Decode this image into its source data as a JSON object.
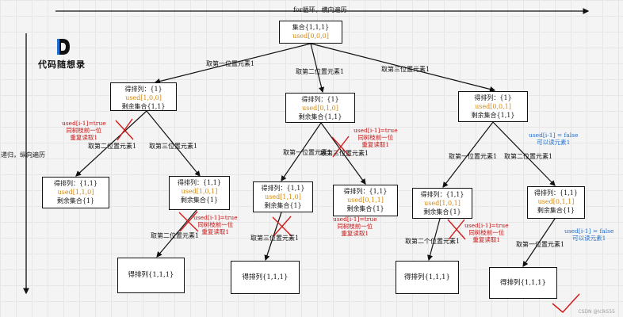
{
  "axes": {
    "horizontal_label": "for循环，横向遍历",
    "vertical_label": "递归，纵向遍历"
  },
  "logo": {
    "mark": "D",
    "text": "代码随想录"
  },
  "watermark": "CSDN @lclk555",
  "nodes": [
    {
      "id": "root",
      "line1": "集合{1,1,1}",
      "used": "used[0,0,0]"
    },
    {
      "id": "l1a",
      "line1": "得排列：{1}",
      "used": "used[1,0,0]",
      "line3": "剩余集合{1,1}"
    },
    {
      "id": "l1b",
      "line1": "得排列：{1}",
      "used": "used[0,1,0]",
      "line3": "剩余集合{1,1}"
    },
    {
      "id": "l1c",
      "line1": "得排列：{1}",
      "used": "used[0,0,1]",
      "line3": "剩余集合{1,1}"
    },
    {
      "id": "l2a",
      "line1": "得排列：{1,1}",
      "used": "used[1,1,0]",
      "line3": "剩余集合{1}"
    },
    {
      "id": "l2b",
      "line1": "得排列：{1,1}",
      "used": "used[1,0,1]",
      "line3": "剩余集合{1}"
    },
    {
      "id": "l2c",
      "line1": "得排列：{1,1}",
      "used": "used[1,1,0]",
      "line3": "剩余集合{1}"
    },
    {
      "id": "l2d",
      "line1": "得排列：{1,1}",
      "used": "used[0,1,1]",
      "line3": "剩余集合{1}"
    },
    {
      "id": "l2e",
      "line1": "得排列：{1,1}",
      "used": "used[1,0,1]",
      "line3": "剩余集合{1}"
    },
    {
      "id": "l2f",
      "line1": "得排列：{1,1}",
      "used": "used[0,1,1]",
      "line3": "剩余集合{1}"
    },
    {
      "id": "l3a",
      "line1": "得排列{1,1,1}"
    },
    {
      "id": "l3b",
      "line1": "得排列{1,1,1}"
    },
    {
      "id": "l3c",
      "line1": "得排列{1,1,1}"
    },
    {
      "id": "l3d",
      "line1": "得排列{1,1,1}"
    }
  ],
  "edge_labels": [
    "取第一位置元素1",
    "取第二位置元素1",
    "取第三位置元素1",
    "取第二位置元素1",
    "取第三位置元素1",
    "取第一位置元素1",
    "取第三位置元素1",
    "取第一位置元素1",
    "取第二位置元素1",
    "取第二位置元素1",
    "取第三位置元素1",
    "取第二个位置元素1",
    "取第一位置元素1"
  ],
  "notes_red": [
    {
      "line1": "used[i-1]=true",
      "line2": "同树枝前一位",
      "line3": "重复读取1"
    },
    {
      "line1": "used[i-1]=true",
      "line2": "同树枝前一位",
      "line3": "重复读取1"
    },
    {
      "line1": "used[i-1]=true",
      "line2": "同树枝前一位",
      "line3": "重复读取1"
    },
    {
      "line1": "used[i-1]=true",
      "line2": "同树枝前一位",
      "line3": "重复读取1"
    },
    {
      "line1": "used[i-1]=true",
      "line2": "同树枝前一位",
      "line3": "重复读取1"
    }
  ],
  "notes_blue": [
    {
      "line1": "used[i-1] = false",
      "line2": "可以读元素1"
    },
    {
      "line1": "used[i-1] = false",
      "line2": "可以读元素1"
    }
  ]
}
